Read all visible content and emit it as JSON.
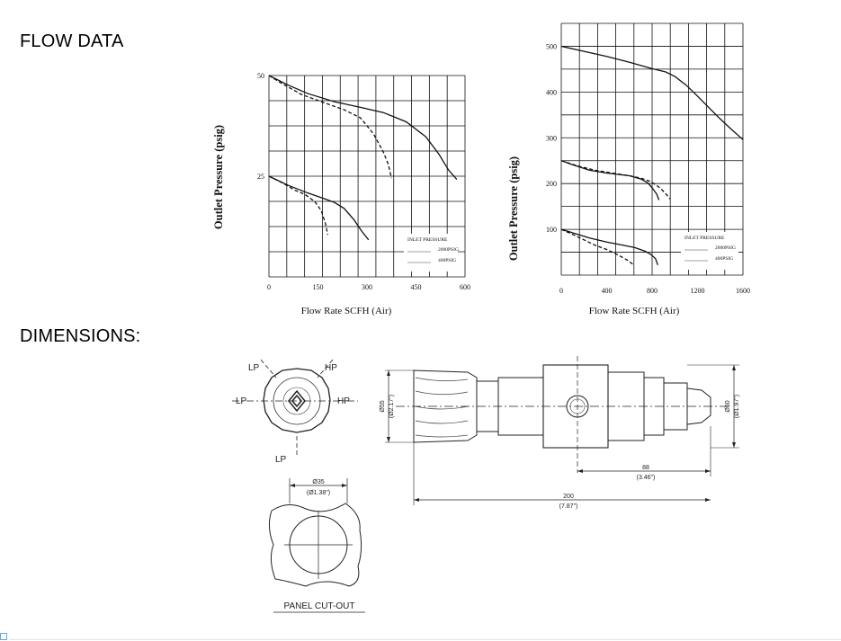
{
  "headings": {
    "flow": "FLOW DATA",
    "dimensions": "DIMENSIONS:"
  },
  "chart_data": [
    {
      "type": "line",
      "title": "",
      "xlabel": "Flow Rate SCFH  (Air)",
      "ylabel": "Outlet Pressure (psig)",
      "xlim": [
        0,
        600
      ],
      "ylim": [
        0,
        50
      ],
      "x_ticks": [
        "0",
        "150",
        "300",
        "450",
        "600"
      ],
      "y_ticks": [
        "25",
        "50"
      ],
      "grid": true,
      "legend": {
        "title": "INLET PRESSURE",
        "entries": [
          "2000PSIG",
          "400PSIG"
        ],
        "placement": "bottom-right"
      },
      "series": [
        {
          "name": "2000PSIG",
          "style": "solid",
          "x": [
            0,
            60,
            120,
            200,
            280,
            350,
            420,
            480,
            520,
            550,
            575
          ],
          "y": [
            50,
            47.6,
            45.5,
            43.5,
            42.1,
            40.8,
            38.5,
            34.8,
            30.5,
            26.5,
            24.2
          ]
        },
        {
          "name": "400PSIG",
          "style": "dashed",
          "x": [
            0,
            40,
            100,
            160,
            230,
            280,
            320,
            350,
            365,
            375
          ],
          "y": [
            50,
            48,
            45.3,
            43.5,
            41.5,
            39.5,
            35.5,
            31,
            28,
            24.5
          ]
        },
        {
          "name": "2000PSIG",
          "style": "solid",
          "x": [
            0,
            60,
            120,
            170,
            200,
            230,
            260,
            285,
            305
          ],
          "y": [
            25,
            22.7,
            20.8,
            19.4,
            18.5,
            17,
            14.2,
            11.2,
            9.2
          ]
        },
        {
          "name": "400PSIG",
          "style": "dashed",
          "x": [
            0,
            40,
            80,
            110,
            140,
            160,
            172,
            180
          ],
          "y": [
            25,
            23.4,
            21.5,
            20.5,
            18.7,
            16.5,
            13.5,
            10.5
          ]
        }
      ]
    },
    {
      "type": "line",
      "title": "",
      "xlabel": "Flow Rate SCFH  (Air)",
      "ylabel": "Outlet Pressure (psig)",
      "xlim": [
        0,
        1600
      ],
      "ylim": [
        0,
        550
      ],
      "x_ticks": [
        "0",
        "400",
        "800",
        "1200",
        "1600"
      ],
      "y_ticks": [
        "100",
        "200",
        "300",
        "400",
        "500"
      ],
      "grid": true,
      "legend": {
        "title": "INLET PRESSURE",
        "entries": [
          "2000PSIG",
          "400PSIG"
        ],
        "placement": "bottom-right"
      },
      "series": [
        {
          "name": "2000PSIG",
          "style": "solid",
          "x": [
            0,
            200,
            400,
            600,
            800,
            920,
            1000,
            1100,
            1200,
            1300,
            1400,
            1500,
            1600
          ],
          "y": [
            500,
            489,
            478,
            465,
            451,
            444,
            434,
            415,
            391,
            366,
            341,
            318,
            296
          ]
        },
        {
          "name": "400PSIG",
          "style": "dashed",
          "x": [
            0,
            150,
            300,
            450,
            600,
            700,
            780,
            840,
            880,
            920,
            960
          ],
          "y": [
            250,
            238,
            229,
            223,
            217,
            212,
            205,
            196,
            188,
            178,
            166
          ]
        },
        {
          "name": "2000PSIG",
          "style": "solid",
          "x": [
            0,
            100,
            250,
            400,
            500,
            600,
            700,
            760,
            800,
            840,
            860
          ],
          "y": [
            250,
            241,
            229,
            223,
            220,
            217,
            210,
            202,
            191,
            177,
            164
          ]
        },
        {
          "name": "2000PSIG",
          "style": "solid",
          "x": [
            0,
            120,
            250,
            400,
            550,
            650,
            740,
            790,
            830,
            850
          ],
          "y": [
            100,
            91,
            81,
            72,
            65,
            60,
            52,
            45,
            36,
            22
          ]
        },
        {
          "name": "400PSIG",
          "style": "dashed",
          "x": [
            0,
            100,
            200,
            300,
            400,
            500,
            580,
            640
          ],
          "y": [
            100,
            89,
            77,
            65,
            56,
            44,
            33,
            22
          ]
        }
      ]
    }
  ],
  "dimensions": {
    "knob_labels": {
      "lp": "LP",
      "hp": "HP"
    },
    "knob_face_text": "",
    "panel_cutout": {
      "dia_mm": "Ø35",
      "dia_in": "(Ø1.38\")",
      "label": "PANEL CUT-OUT"
    },
    "side_view": {
      "body_dia_mm": "Ø55",
      "body_dia_in": "(Ø2.17\")",
      "end_dia_mm": "Ø50",
      "end_dia_in": "(Ø1.97\")",
      "length_88_mm": "88",
      "length_88_in": "(3.46\")",
      "length_200_mm": "200",
      "length_200_in": "(7.87\")"
    }
  }
}
